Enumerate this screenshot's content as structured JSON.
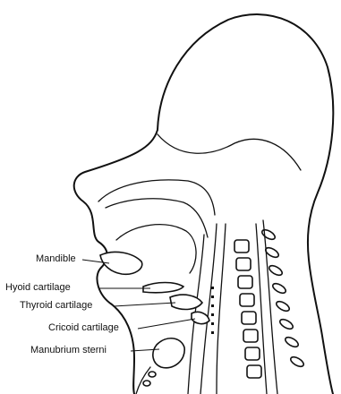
{
  "labels": {
    "mandible": "Mandible",
    "hyoid": "Hyoid cartilage",
    "thyroid": "Thyroid cartilage",
    "cricoid": "Cricoid cartilage",
    "manubrium": "Manubrium sterni"
  }
}
